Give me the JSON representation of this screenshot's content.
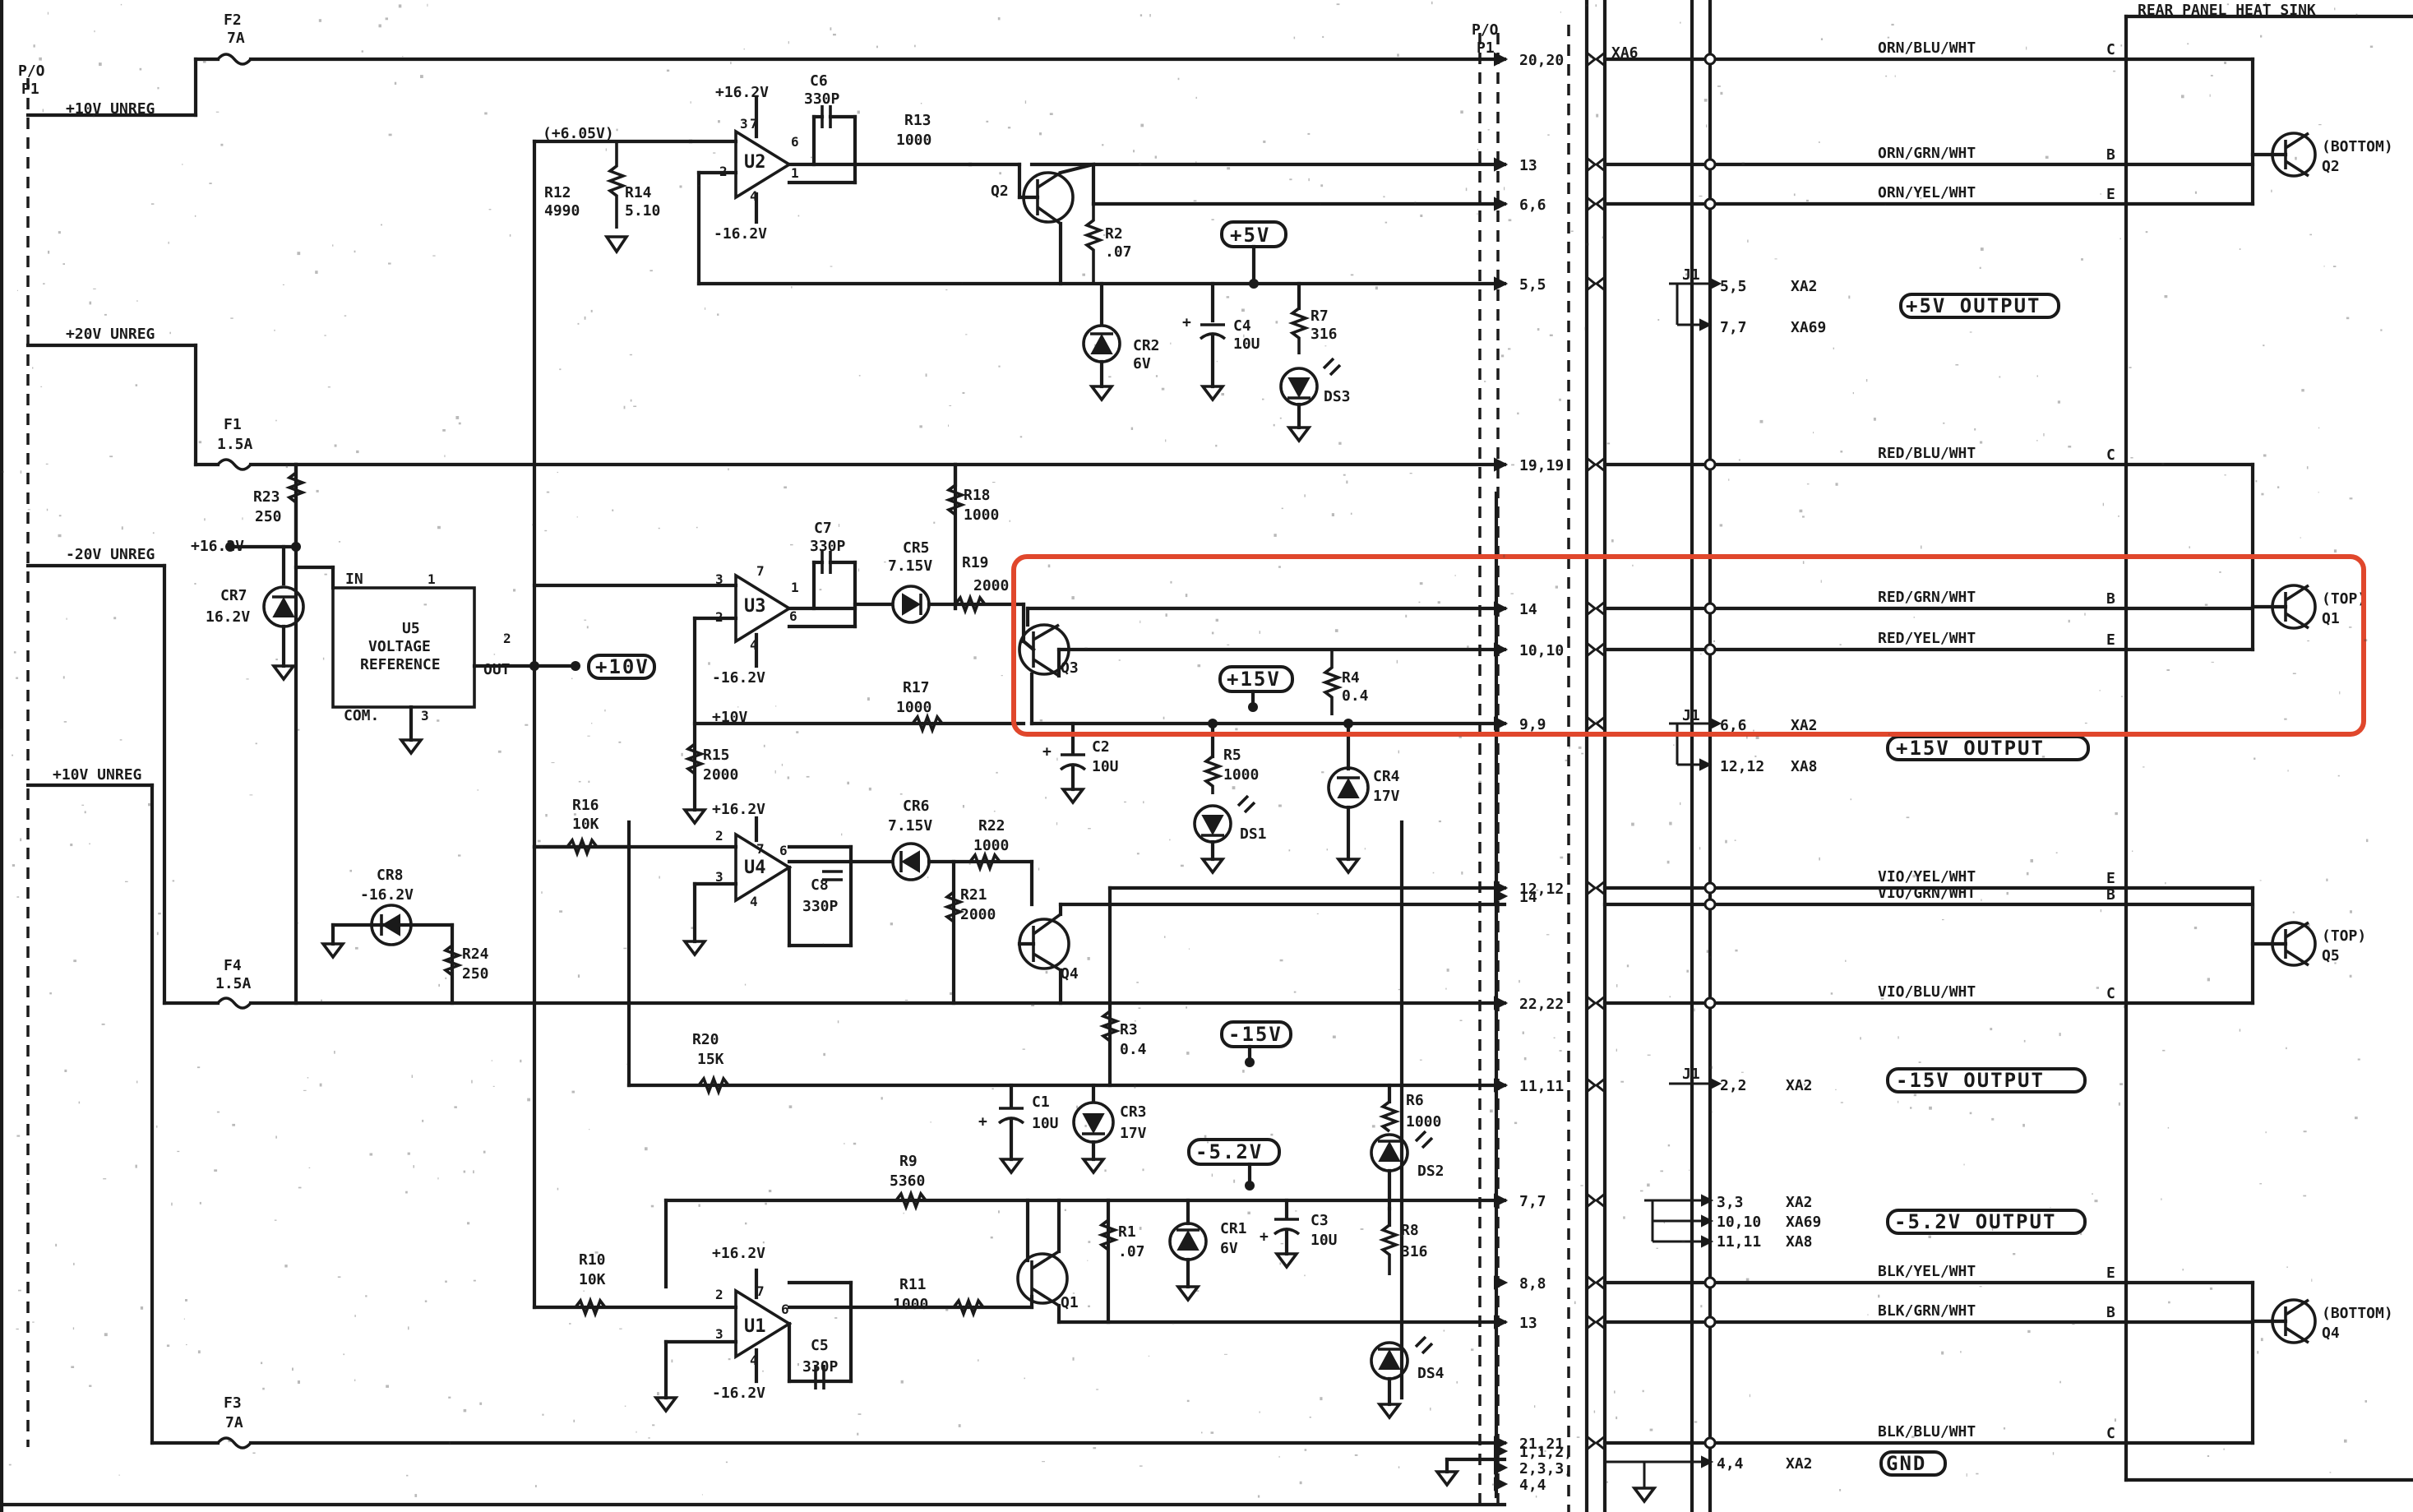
{
  "fuses": {
    "f2": {
      "ref": "F2",
      "value": "7A"
    },
    "f1": {
      "ref": "F1",
      "value": "1.5A"
    },
    "f4": {
      "ref": "F4",
      "value": "1.5A"
    },
    "f3": {
      "ref": "F3",
      "value": "7A"
    }
  },
  "inputs": {
    "p1_top": "P/O",
    "p1_top2": "P1",
    "unreg_10_top": "+10V UNREG",
    "unreg_20": "+20V UNREG",
    "unreg_m20": "-20V UNREG",
    "unreg_10_bot": "+10V UNREG"
  },
  "connector": {
    "header": "P/O",
    "header2": "P1",
    "xa6": "XA6",
    "pins": [
      "20,20",
      "13",
      "6,6",
      "5,5",
      "19,19",
      "14",
      "10,10",
      "9,9",
      "12,12",
      "14",
      "22,22",
      "11,11",
      "7,7",
      "8,8",
      "13",
      "21,21",
      "1,1,2,",
      "2,3,3,",
      "4,4"
    ]
  },
  "regulators": {
    "u2": {
      "ref": "U2",
      "pin7": "7",
      "pin3": "3",
      "pin2": "2",
      "pin4": "4",
      "pin6": "6",
      "pin1": "1",
      "pos": "+16.2V",
      "neg": "-16.2V"
    },
    "u3": {
      "ref": "U3",
      "pin7": "7",
      "pin3": "3",
      "pin2": "2",
      "pin4": "4",
      "pin6": "6",
      "pin1": "1",
      "neg": "-16.2V",
      "ten": "+10V"
    },
    "u4": {
      "ref": "U4",
      "pin7": "7",
      "pin3": "3",
      "pin2": "2",
      "pin4": "4",
      "pin6": "6",
      "pos": "+16.2V"
    },
    "u1": {
      "ref": "U1",
      "pin7": "7",
      "pin3": "3",
      "pin2": "2",
      "pin4": "4",
      "pin6": "6",
      "pos": "+16.2V",
      "neg": "-16.2V"
    },
    "u5": {
      "ref": "U5",
      "line1": "VOLTAGE",
      "line2": "REFERENCE",
      "in": "IN",
      "out": "OUT",
      "com": "COM.",
      "p1": "1",
      "p2": "2",
      "p3": "3"
    }
  },
  "components": {
    "c6": [
      "C6",
      "330P"
    ],
    "c7": [
      "C7",
      "330P"
    ],
    "c8": [
      "C8",
      "330P"
    ],
    "c5": [
      "C5",
      "330P"
    ],
    "r13": [
      "R13",
      "1000"
    ],
    "r12": [
      "R12",
      "4990"
    ],
    "r14": [
      "R14",
      "5.10"
    ],
    "ref605": "(+6.05V)",
    "r2": [
      "R2",
      ".07"
    ],
    "r7": [
      "R7",
      "316"
    ],
    "c4": [
      "C4",
      "10U"
    ],
    "cr2": [
      "CR2",
      "6V"
    ],
    "ds3": "DS3",
    "r23": [
      "R23",
      "250"
    ],
    "cr7": [
      "CR7",
      "16.2V"
    ],
    "m162": "+16.2V",
    "r18": [
      "R18",
      "1000"
    ],
    "r19": [
      "R19",
      "2000"
    ],
    "cr5": [
      "CR5",
      "7.15V"
    ],
    "r17": [
      "R17",
      "1000"
    ],
    "r4": [
      "R4",
      "0.4"
    ],
    "r15": [
      "R15",
      "2000"
    ],
    "c2": [
      "C2",
      "10U"
    ],
    "r5": [
      "R5",
      "1000"
    ],
    "ds1": "DS1",
    "cr4": [
      "CR4",
      "17V"
    ],
    "r16": [
      "R16",
      "10K"
    ],
    "cr6": [
      "CR6",
      "7.15V"
    ],
    "r22": [
      "R22",
      "1000"
    ],
    "r21": [
      "R21",
      "2000"
    ],
    "cr8": [
      "CR8",
      "-16.2V"
    ],
    "r24": [
      "R24",
      "250"
    ],
    "r20": [
      "R20",
      "15K"
    ],
    "r3": [
      "R3",
      "0.4"
    ],
    "c1": [
      "C1",
      "10U"
    ],
    "cr3": [
      "CR3",
      "17V"
    ],
    "r6": [
      "R6",
      "1000"
    ],
    "ds2": "DS2",
    "r9": [
      "R9",
      "5360"
    ],
    "r10": [
      "R10",
      "10K"
    ],
    "r1": [
      "R1",
      ".07"
    ],
    "cr1": [
      "CR1",
      "6V"
    ],
    "c3": [
      "C3",
      "10U"
    ],
    "r8": [
      "R8",
      "316"
    ],
    "r11": [
      "R11",
      "1000"
    ],
    "ds4": "DS4",
    "q2": "Q2",
    "q3": "Q3",
    "q4": "Q4",
    "q1": "Q1"
  },
  "rails": {
    "p5": "+5V",
    "p15": "+15V",
    "m15": "-15V",
    "m52": "-5.2V",
    "p10": "+10V"
  },
  "outputs": {
    "p5": "+5V OUTPUT",
    "p15": "+15V OUTPUT",
    "m15": "-15V OUTPUT",
    "m52": "-5.2V OUTPUT",
    "gnd": "GND"
  },
  "jacks": {
    "j1": "J1",
    "p5": [
      [
        "5,5",
        "XA2"
      ],
      [
        "7,7",
        "XA69"
      ]
    ],
    "p15": [
      [
        "6,6",
        "XA2"
      ],
      [
        "12,12",
        "XA8"
      ]
    ],
    "m15": [
      [
        "2,2",
        "XA2"
      ]
    ],
    "m52": [
      [
        "3,3",
        "XA2"
      ],
      [
        "10,10",
        "XA69"
      ],
      [
        "11,11",
        "XA8"
      ]
    ],
    "gnd": [
      [
        "4,4",
        "XA2"
      ]
    ]
  },
  "heatsink": {
    "title": "REAR PANEL HEAT SINK",
    "wires": [
      {
        "color": "ORN/BLU/WHT",
        "pin": "C"
      },
      {
        "color": "ORN/GRN/WHT",
        "pin": "B"
      },
      {
        "color": "ORN/YEL/WHT",
        "pin": "E"
      },
      {
        "color": "RED/BLU/WHT",
        "pin": "C"
      },
      {
        "color": "RED/GRN/WHT",
        "pin": "B"
      },
      {
        "color": "RED/YEL/WHT",
        "pin": "E"
      },
      {
        "color": "VIO/YEL/WHT",
        "pin": "E"
      },
      {
        "color": "VIO/GRN/WHT",
        "pin": "B"
      },
      {
        "color": "VIO/BLU/WHT",
        "pin": "C"
      },
      {
        "color": "BLK/YEL/WHT",
        "pin": "E"
      },
      {
        "color": "BLK/GRN/WHT",
        "pin": "B"
      },
      {
        "color": "BLK/BLU/WHT",
        "pin": "C"
      }
    ],
    "transistors": [
      {
        "pos": "(BOTTOM)",
        "ref": "Q2"
      },
      {
        "pos": "(TOP)",
        "ref": "Q1"
      },
      {
        "pos": "(TOP)",
        "ref": "Q5"
      },
      {
        "pos": "(BOTTOM)",
        "ref": "Q4"
      }
    ]
  },
  "highlight_color": "#e0472c"
}
